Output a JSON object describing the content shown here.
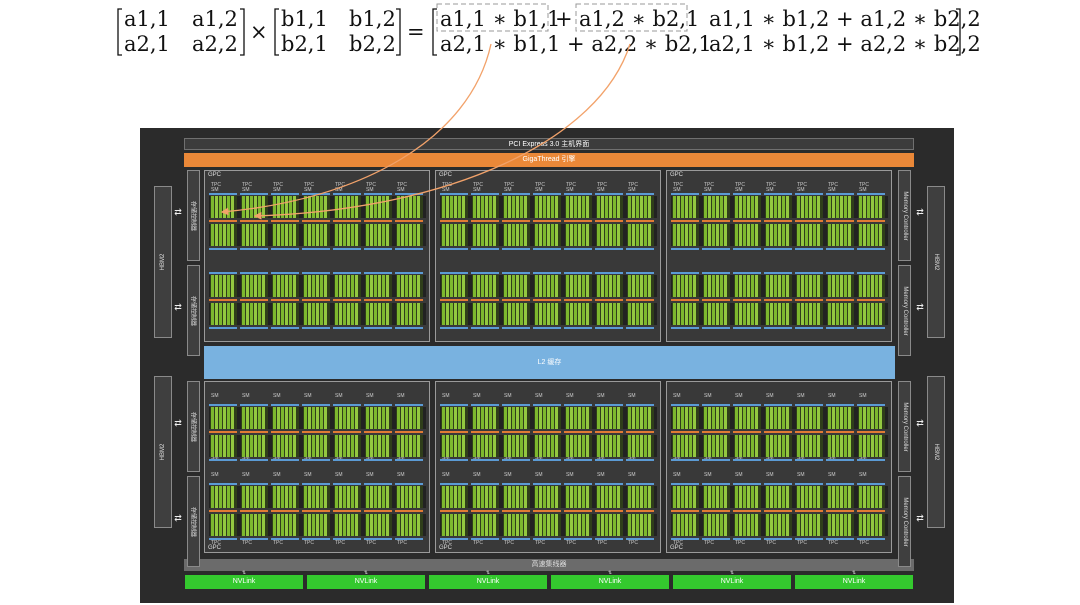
{
  "formula": {
    "a11": "a1,1",
    "a12": "a1,2",
    "a21": "a2,1",
    "a22": "a2,2",
    "b11": "b1,1",
    "b12": "b1,2",
    "b21": "b2,1",
    "b22": "b2,2",
    "times": "×",
    "equals": "=",
    "c11_p1": "a1,1 ∗ b1,1",
    "c11_plus": "+",
    "c11_p2": "a1,2 ∗ b2,1",
    "c12": "a1,1 ∗ b1,2 + a1,2 ∗ b2,2",
    "c21": "a2,1 ∗ b1,1 + a2,2 ∗ b2,1",
    "c22": "a2,1 ∗ b1,2 + a2,2 ∗ b2,2"
  },
  "chip": {
    "pcie": "PCI Express 3.0 主机界面",
    "gigathread": "GigaThread 引擎",
    "l2": "L2 缓存",
    "highspeed_hub": "高速集线器",
    "gpc_label": "GPC",
    "tpc_label": "TPC",
    "sm_label": "SM",
    "memory_controller_en": "Memory Controller",
    "memory_controller_cn": "存储控制器",
    "hbm": "HBM2",
    "nvlink": "NVLink",
    "colors": {
      "giga": "#ea8838",
      "l2": "#79b2e0",
      "nvlink": "#34c92e",
      "core": "#7db82e",
      "curve": "#f2a26a"
    }
  }
}
